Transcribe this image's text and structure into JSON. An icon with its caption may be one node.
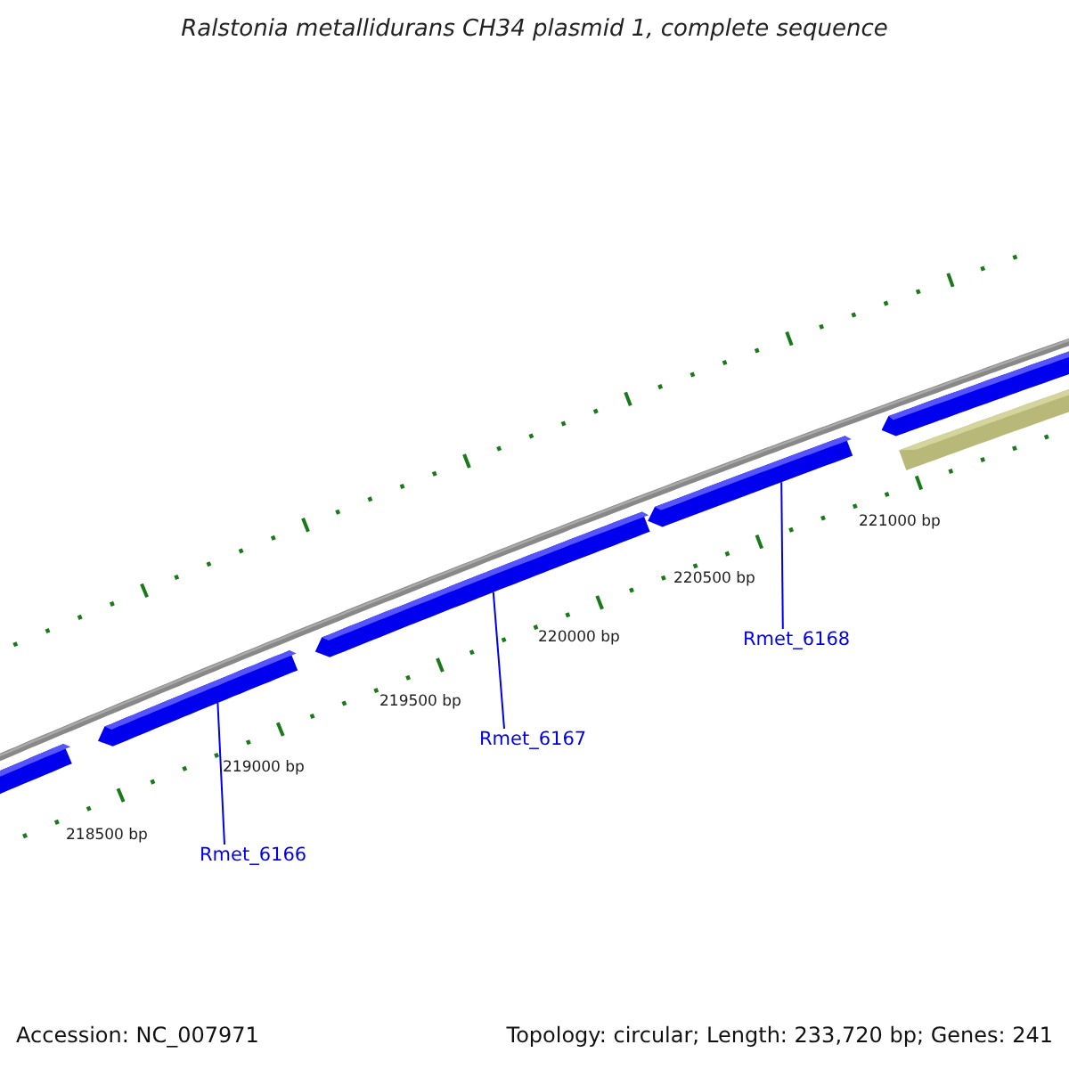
{
  "diagram": {
    "title": "Ralstonia metallidurans CH34 plasmid 1, complete sequence",
    "nodes": [
      {
        "text": [],
        "shape": "bar"
      },
      {
        "text": [],
        "shape": "bar"
      },
      {
        "text": [],
        "shape": "bar"
      },
      {
        "text": [],
        "shape": "bar"
      },
      {
        "text": [],
        "shape": "bar"
      },
      {
        "text": [],
        "shape": "bar"
      },
      {
        "text": [
          "Rmet_6166"
        ]
      },
      {
        "text": [
          "Rmet_6167"
        ]
      },
      {
        "text": [
          "Rmet_6168"
        ]
      }
    ],
    "edges": [
      {
        "from": 6,
        "to": 1,
        "arrow": "none"
      },
      {
        "from": 7,
        "to": 2,
        "arrow": "none"
      },
      {
        "from": 8,
        "to": 3,
        "arrow": "none"
      }
    ],
    "labels": [
      "218500 bp",
      "219000 bp",
      "219500 bp",
      "220000 bp",
      "220500 bp",
      "221000 bp",
      "Accession: NC_007971",
      "Topology: circular; Length: 233,720 bp; Genes: 241"
    ]
  }
}
